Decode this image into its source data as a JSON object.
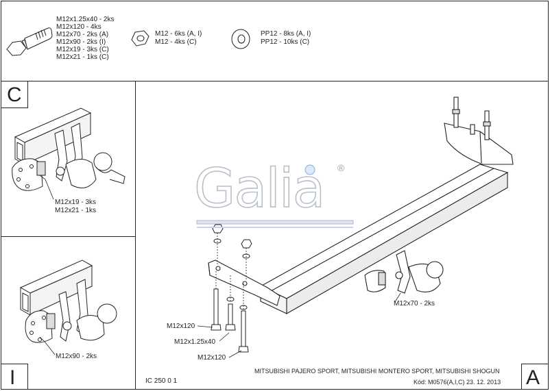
{
  "hardware": {
    "bolt_spec": [
      "M12x1.25x40 - 2ks",
      "M12x120 - 4ks",
      "M12x70 - 2ks (A)",
      "M12x90 - 2ks (I)",
      "M12x19 - 3ks (C)",
      "M12x21 - 1ks (C)"
    ],
    "nut_spec": [
      "M12 - 6ks (A, I)",
      "M12 - 4ks (C)"
    ],
    "washer_spec": [
      "PP12 - 8ks (A, I)",
      "PP12 - 10ks (C)"
    ]
  },
  "variant_c": {
    "letter": "C",
    "labels": [
      "M12x19 - 3ks",
      "M12x21 - 1ks"
    ]
  },
  "variant_i": {
    "letter": "I",
    "labels": [
      "M12x90 - 2ks"
    ]
  },
  "main": {
    "letter": "A",
    "logo_text": "Galia",
    "logo_mark": "®",
    "callouts": {
      "ball": "M12x70 - 2ks",
      "bolt_a": "M12x120",
      "bolt_b": "M12x1.25x40",
      "bolt_c": "M12x120"
    }
  },
  "footer": {
    "code": "IC 250 0 1",
    "vehicles": "MITSUBISHI PAJERO SPORT, MITSUBISHI MONTERO SPORT, MITSUBISHI SHOGUN",
    "kod": "Kód: M0576(A,I,C)  23. 12. 2013"
  }
}
